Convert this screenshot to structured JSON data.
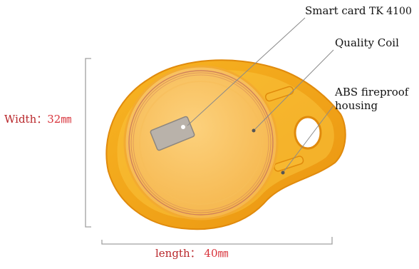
{
  "labels": {
    "smart_card": "Smart card",
    "chip_model": "TK 4100",
    "coil": "Quality Coil",
    "housing_line1": "ABS fireproof",
    "housing_line2": "housing",
    "width_caption": "Width：",
    "width_value": "32㎜",
    "length_caption": "length：",
    "length_value": "40㎜"
  },
  "colors": {
    "body_outer": "#f2a51a",
    "body_inner": "#f9c33c",
    "window": "#fbc561",
    "coil": "#c9775a",
    "chip": "#b9b2aa",
    "dimension_text": "#b8262a",
    "leader_line": "#8a8a8a"
  }
}
